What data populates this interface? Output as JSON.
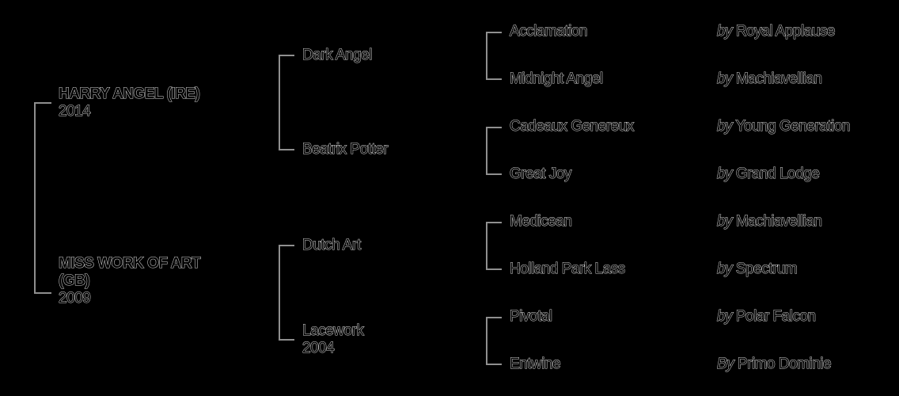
{
  "pedigree": {
    "parents": [
      {
        "name": "HARRY ANGEL (IRE)",
        "year": "2014"
      },
      {
        "name_line1": "MISS WORK OF ART",
        "name_line2": "(GB)",
        "year": "2009"
      }
    ],
    "grandparents": [
      {
        "name": "Dark Angel"
      },
      {
        "name": "Beatrix Potter"
      },
      {
        "name": "Dutch Art"
      },
      {
        "name": "Lacework",
        "year": "2004"
      }
    ],
    "great_grandparents": [
      {
        "name": "Acclamation",
        "by_word": "by",
        "sire": "Royal Applause"
      },
      {
        "name": "Midnight Angel",
        "by_word": "by",
        "sire": "Machiavellian"
      },
      {
        "name": "Cadeaux Genereux",
        "by_word": "by",
        "sire": "Young Generation"
      },
      {
        "name": "Great Joy",
        "by_word": "by",
        "sire": "Grand Lodge"
      },
      {
        "name": "Medicean",
        "by_word": "by",
        "sire": "Machiavellian"
      },
      {
        "name": "Holland Park Lass",
        "by_word": "by",
        "sire": "Spectrum"
      },
      {
        "name": "Pivotal",
        "by_word": "by",
        "sire": "Polar Falcon"
      },
      {
        "name": "Entwine",
        "by_word": "By",
        "sire": "Primo Dominie"
      }
    ]
  }
}
